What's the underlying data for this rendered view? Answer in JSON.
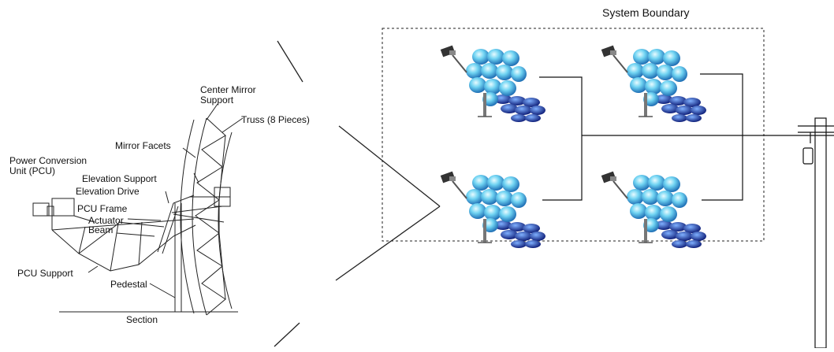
{
  "left_diagram": {
    "labels": {
      "center_mirror_support": "Center Mirror Support",
      "truss": "Truss (8 Pieces)",
      "mirror_facets": "Mirror Facets",
      "pcu": "Power Conversion Unit (PCU)",
      "elevation_support": "Elevation Support",
      "elevation_drive": "Elevation Drive",
      "pcu_frame": "PCU Frame",
      "actuator_beam": "Actuator Beam",
      "pcu_support": "PCU Support",
      "pedestal": "Pedestal",
      "section": "Section"
    }
  },
  "right_diagram": {
    "title": "System Boundary",
    "dish_units": 4
  }
}
